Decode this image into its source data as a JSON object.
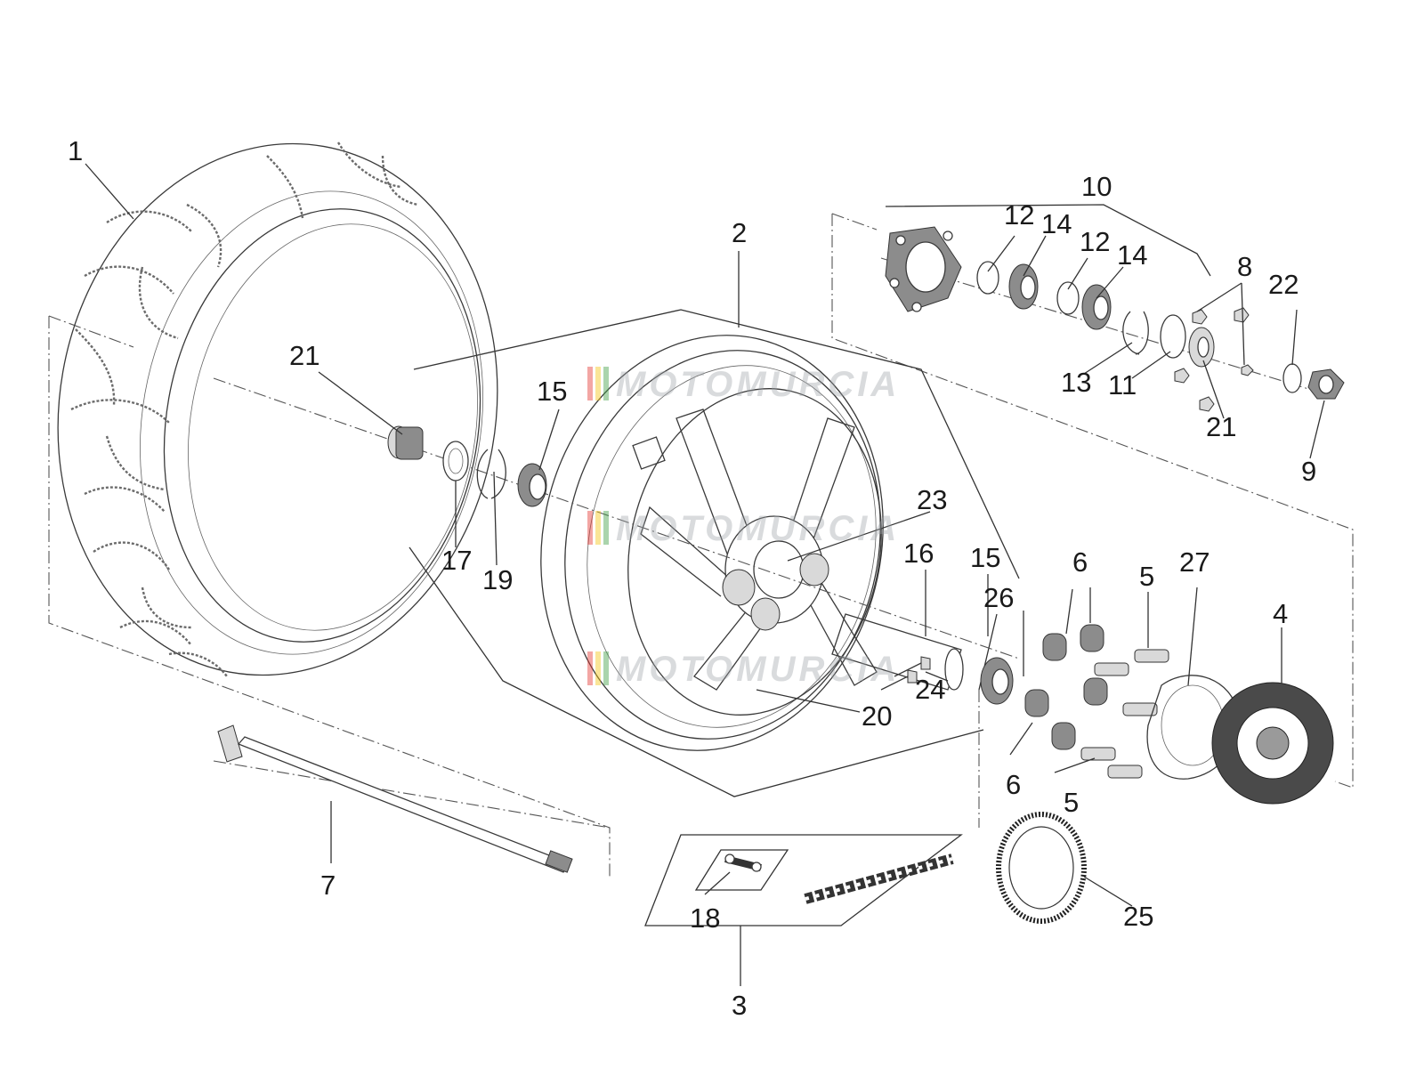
{
  "watermark": {
    "text": "MOTOMURCIA",
    "stripe_colors": [
      "#e53935",
      "#f5c518",
      "#43a047"
    ]
  },
  "callouts": [
    {
      "id": "c1",
      "label": "1"
    },
    {
      "id": "c2",
      "label": "2"
    },
    {
      "id": "c3",
      "label": "3"
    },
    {
      "id": "c4",
      "label": "4"
    },
    {
      "id": "c5a",
      "label": "5"
    },
    {
      "id": "c5b",
      "label": "5"
    },
    {
      "id": "c6a",
      "label": "6"
    },
    {
      "id": "c6b",
      "label": "6"
    },
    {
      "id": "c7",
      "label": "7"
    },
    {
      "id": "c8",
      "label": "8"
    },
    {
      "id": "c9",
      "label": "9"
    },
    {
      "id": "c10",
      "label": "10"
    },
    {
      "id": "c11",
      "label": "11"
    },
    {
      "id": "c12a",
      "label": "12"
    },
    {
      "id": "c12b",
      "label": "12"
    },
    {
      "id": "c13",
      "label": "13"
    },
    {
      "id": "c14a",
      "label": "14"
    },
    {
      "id": "c14b",
      "label": "14"
    },
    {
      "id": "c15a",
      "label": "15"
    },
    {
      "id": "c15b",
      "label": "15"
    },
    {
      "id": "c16",
      "label": "16"
    },
    {
      "id": "c17",
      "label": "17"
    },
    {
      "id": "c18",
      "label": "18"
    },
    {
      "id": "c19",
      "label": "19"
    },
    {
      "id": "c20",
      "label": "20"
    },
    {
      "id": "c21a",
      "label": "21"
    },
    {
      "id": "c21b",
      "label": "21"
    },
    {
      "id": "c22",
      "label": "22"
    },
    {
      "id": "c23",
      "label": "23"
    },
    {
      "id": "c24",
      "label": "24"
    },
    {
      "id": "c25",
      "label": "25"
    },
    {
      "id": "c26",
      "label": "26"
    },
    {
      "id": "c27",
      "label": "27"
    }
  ]
}
